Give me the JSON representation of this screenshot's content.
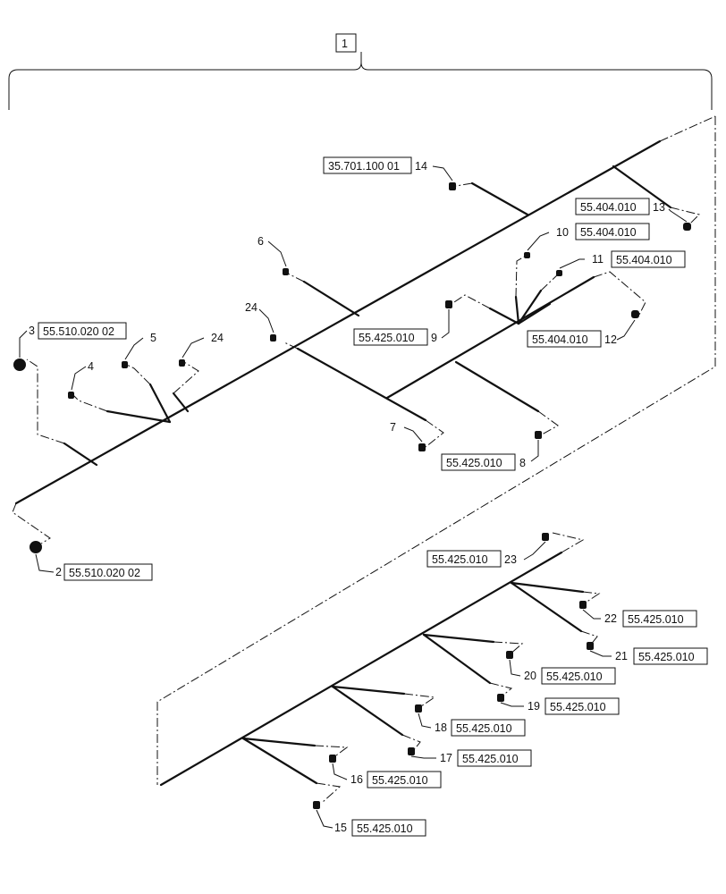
{
  "top_callout": "1",
  "callouts": {
    "c2": {
      "item": "2",
      "ref": "55.510.020 02"
    },
    "c3": {
      "item": "3",
      "ref": "55.510.020 02"
    },
    "c4": {
      "item": "4"
    },
    "c5": {
      "item": "5"
    },
    "c6": {
      "item": "6"
    },
    "c7": {
      "item": "7"
    },
    "c8": {
      "item": "8",
      "ref": "55.425.010"
    },
    "c9": {
      "item": "9",
      "ref": "55.425.010"
    },
    "c10": {
      "item": "10",
      "ref": "55.404.010"
    },
    "c11": {
      "item": "11",
      "ref": "55.404.010"
    },
    "c12": {
      "item": "12",
      "ref": "55.404.010"
    },
    "c13": {
      "item": "13",
      "ref": "55.404.010"
    },
    "c14": {
      "item": "14",
      "ref": "35.701.100 01"
    },
    "c15": {
      "item": "15",
      "ref": "55.425.010"
    },
    "c16": {
      "item": "16",
      "ref": "55.425.010"
    },
    "c17": {
      "item": "17",
      "ref": "55.425.010"
    },
    "c18": {
      "item": "18",
      "ref": "55.425.010"
    },
    "c19": {
      "item": "19",
      "ref": "55.425.010"
    },
    "c20": {
      "item": "20",
      "ref": "55.425.010"
    },
    "c21": {
      "item": "21",
      "ref": "55.425.010"
    },
    "c22": {
      "item": "22",
      "ref": "55.425.010"
    },
    "c23": {
      "item": "23",
      "ref": "55.425.010"
    },
    "c24a": {
      "item": "24"
    },
    "c24b": {
      "item": "24"
    }
  }
}
